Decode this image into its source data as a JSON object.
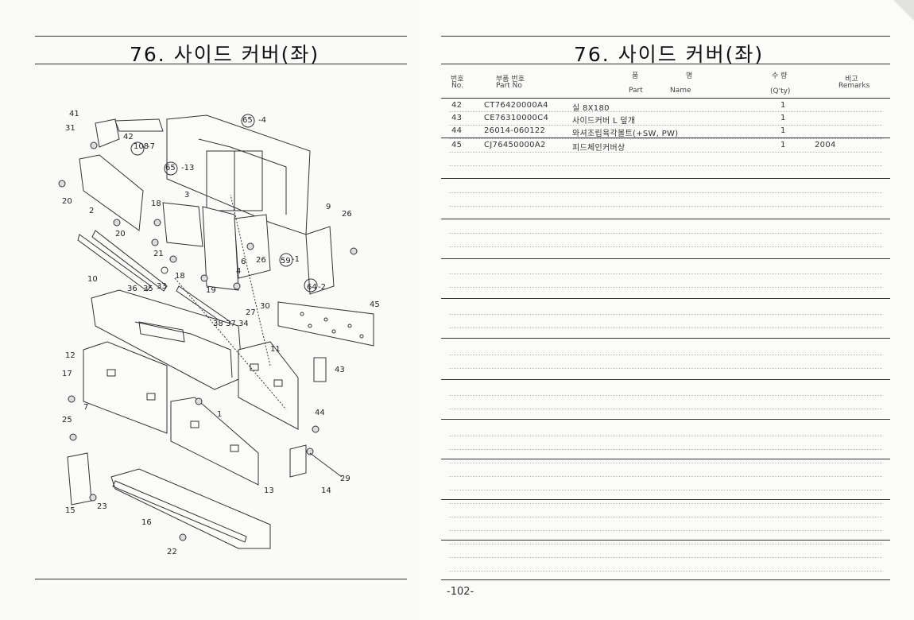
{
  "left_page": {
    "title": "76. 사이드 커버(좌)"
  },
  "right_page": {
    "title": "76. 사이드 커버(좌)",
    "columns": {
      "no_kr": "번호",
      "no_en": "No.",
      "part_kr": "부품 번호",
      "part_en": "Part  No",
      "name_kr1": "품",
      "name_kr2": "명",
      "name_en1": "Part",
      "name_en2": "Name",
      "qty_kr": "수  량",
      "qty_en": "(Q'ty)",
      "remarks_kr": "비고",
      "remarks_en": "Remarks"
    },
    "rows": [
      {
        "no": "42",
        "part": "CT76420000A4",
        "name": "실 8X180",
        "qty": "1",
        "remarks": ""
      },
      {
        "no": "43",
        "part": "CE76310000C4",
        "name": "사이드커버 L 덮개",
        "qty": "1",
        "remarks": ""
      },
      {
        "no": "44",
        "part": "26014-060122",
        "name": "와셔조립육각볼트(+SW, PW)",
        "qty": "1",
        "remarks": ""
      },
      {
        "no": "45",
        "part": "CJ76450000A2",
        "name": "피드체인커버상",
        "qty": "1",
        "remarks": "2004"
      }
    ],
    "page_number": "-102-"
  },
  "diagram": {
    "callouts": [
      "41",
      "31",
      "42",
      "108",
      "-7",
      "65",
      "-4",
      "65",
      "-13",
      "20",
      "2",
      "20",
      "3",
      "18",
      "9",
      "26",
      "21",
      "6",
      "26",
      "35",
      "33",
      "18",
      "4",
      "59",
      "-1",
      "10",
      "36",
      "19",
      "64",
      "-2",
      "27",
      "30",
      "38",
      "37",
      "34",
      "45",
      "12",
      "11",
      "43",
      "17",
      "1",
      "7",
      "44",
      "25",
      "15",
      "23",
      "16",
      "29",
      "14",
      "13",
      "22"
    ]
  }
}
